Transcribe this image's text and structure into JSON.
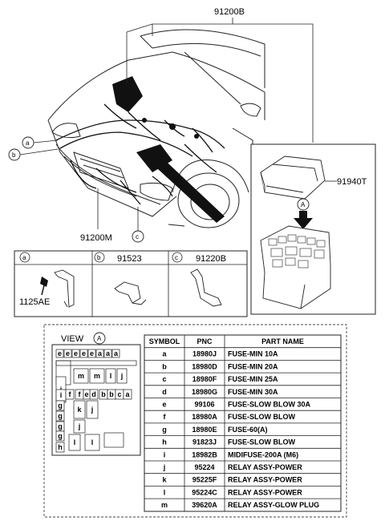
{
  "callouts": {
    "main_harness": "91200B",
    "front_harness": "91200M",
    "fuse_box_cover": "91940T",
    "marker_a": "a",
    "marker_b": "b",
    "marker_c": "c",
    "marker_A": "A"
  },
  "detail_boxes": [
    {
      "marker": "a",
      "part": "1125AE"
    },
    {
      "marker": "b",
      "part": "91523"
    },
    {
      "marker": "c",
      "part": "91220B"
    }
  ],
  "view": {
    "label": "VIEW",
    "marker": "A",
    "fuse_labels": [
      "e",
      "e",
      "e",
      "e",
      "e",
      "a",
      "a",
      "a",
      "m",
      "m",
      "l",
      "j",
      "j",
      "i",
      "f",
      "d",
      "f",
      "e",
      "b",
      "b",
      "c",
      "a",
      "g",
      "g",
      "k",
      "j",
      "g",
      "j",
      "g",
      "h",
      "l",
      "l"
    ]
  },
  "table": {
    "headers": [
      "SYMBOL",
      "PNC",
      "PART NAME"
    ],
    "rows": [
      {
        "symbol": "a",
        "pnc": "18980J",
        "name": "FUSE-MIN 10A"
      },
      {
        "symbol": "b",
        "pnc": "18980D",
        "name": "FUSE-MIN 20A"
      },
      {
        "symbol": "c",
        "pnc": "18980F",
        "name": "FUSE-MIN 25A"
      },
      {
        "symbol": "d",
        "pnc": "18980G",
        "name": "FUSE-MIN 30A"
      },
      {
        "symbol": "e",
        "pnc": "99106",
        "name": "FUSE-SLOW BLOW 30A"
      },
      {
        "symbol": "f",
        "pnc": "18980A",
        "name": "FUSE-SLOW BLOW"
      },
      {
        "symbol": "g",
        "pnc": "18980E",
        "name": "FUSE-60(A)"
      },
      {
        "symbol": "h",
        "pnc": "91823J",
        "name": "FUSE-SLOW BLOW"
      },
      {
        "symbol": "i",
        "pnc": "18982B",
        "name": "MIDIFUSE-200A (M6)"
      },
      {
        "symbol": "j",
        "pnc": "95224",
        "name": "RELAY ASSY-POWER"
      },
      {
        "symbol": "k",
        "pnc": "95225F",
        "name": "RELAY ASSY-POWER"
      },
      {
        "symbol": "l",
        "pnc": "95224C",
        "name": "RELAY ASSY-POWER"
      },
      {
        "symbol": "m",
        "pnc": "39620A",
        "name": "RELAY ASSY-GLOW PLUG"
      }
    ]
  }
}
